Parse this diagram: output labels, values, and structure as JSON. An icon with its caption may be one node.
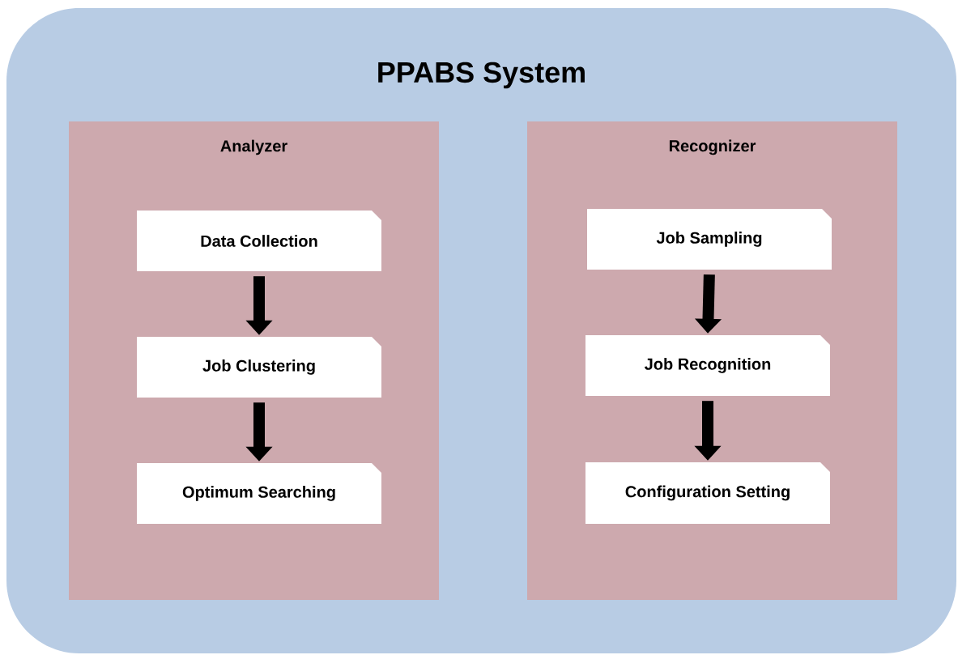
{
  "diagram": {
    "nodes": [
      {
        "text": [
          "PPABS System"
        ]
      },
      {
        "text": [
          "Analyzer"
        ],
        "in": 0
      },
      {
        "text": [
          "Recognizer"
        ],
        "in": 0
      },
      {
        "text": [
          "Data Collection"
        ],
        "in": 1
      },
      {
        "text": [
          "Job Clustering"
        ],
        "in": 1
      },
      {
        "text": [
          "Optimum Searching"
        ],
        "in": 1
      },
      {
        "text": [
          "Job Sampling"
        ],
        "in": 2
      },
      {
        "text": [
          "Job Recognition"
        ],
        "in": 2
      },
      {
        "text": [
          "Configuration Setting"
        ],
        "in": 2
      }
    ],
    "edges": [
      {
        "from": 3,
        "to": 4,
        "arrow": "to"
      },
      {
        "from": 4,
        "to": 5,
        "arrow": "to"
      },
      {
        "from": 6,
        "to": 7,
        "arrow": "to"
      },
      {
        "from": 7,
        "to": 8,
        "arrow": "to"
      }
    ]
  }
}
